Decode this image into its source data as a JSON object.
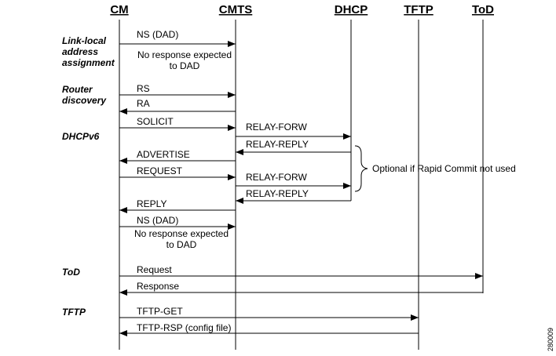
{
  "entities": {
    "cm": "CM",
    "cmts": "CMTS",
    "dhcp": "DHCP",
    "tftp": "TFTP",
    "tod": "ToD"
  },
  "phases": {
    "link_local": [
      "Link-local",
      "address",
      "assignment"
    ],
    "router_discovery": [
      "Router",
      "discovery"
    ],
    "dhcpv6": "DHCPv6",
    "tod": "ToD",
    "tftp": "TFTP"
  },
  "messages": {
    "ns_dad_1": "NS (DAD)",
    "no_response_1": [
      "No response expected",
      "to DAD"
    ],
    "rs": "RS",
    "ra": "RA",
    "solicit": "SOLICIT",
    "relay_forw_1": "RELAY-FORW",
    "relay_reply_1": "RELAY-REPLY",
    "advertise": "ADVERTISE",
    "request": "REQUEST",
    "relay_forw_2": "RELAY-FORW",
    "relay_reply_2": "RELAY-REPLY",
    "reply": "REPLY",
    "ns_dad_2": "NS (DAD)",
    "no_response_2": [
      "No response expected",
      "to DAD"
    ],
    "tod_request": "Request",
    "tod_response": "Response",
    "tftp_get": "TFTP-GET",
    "tftp_rsp": "TFTP-RSP (config file)"
  },
  "note": "Optional if Rapid Commit not used",
  "figure_number": "280009"
}
